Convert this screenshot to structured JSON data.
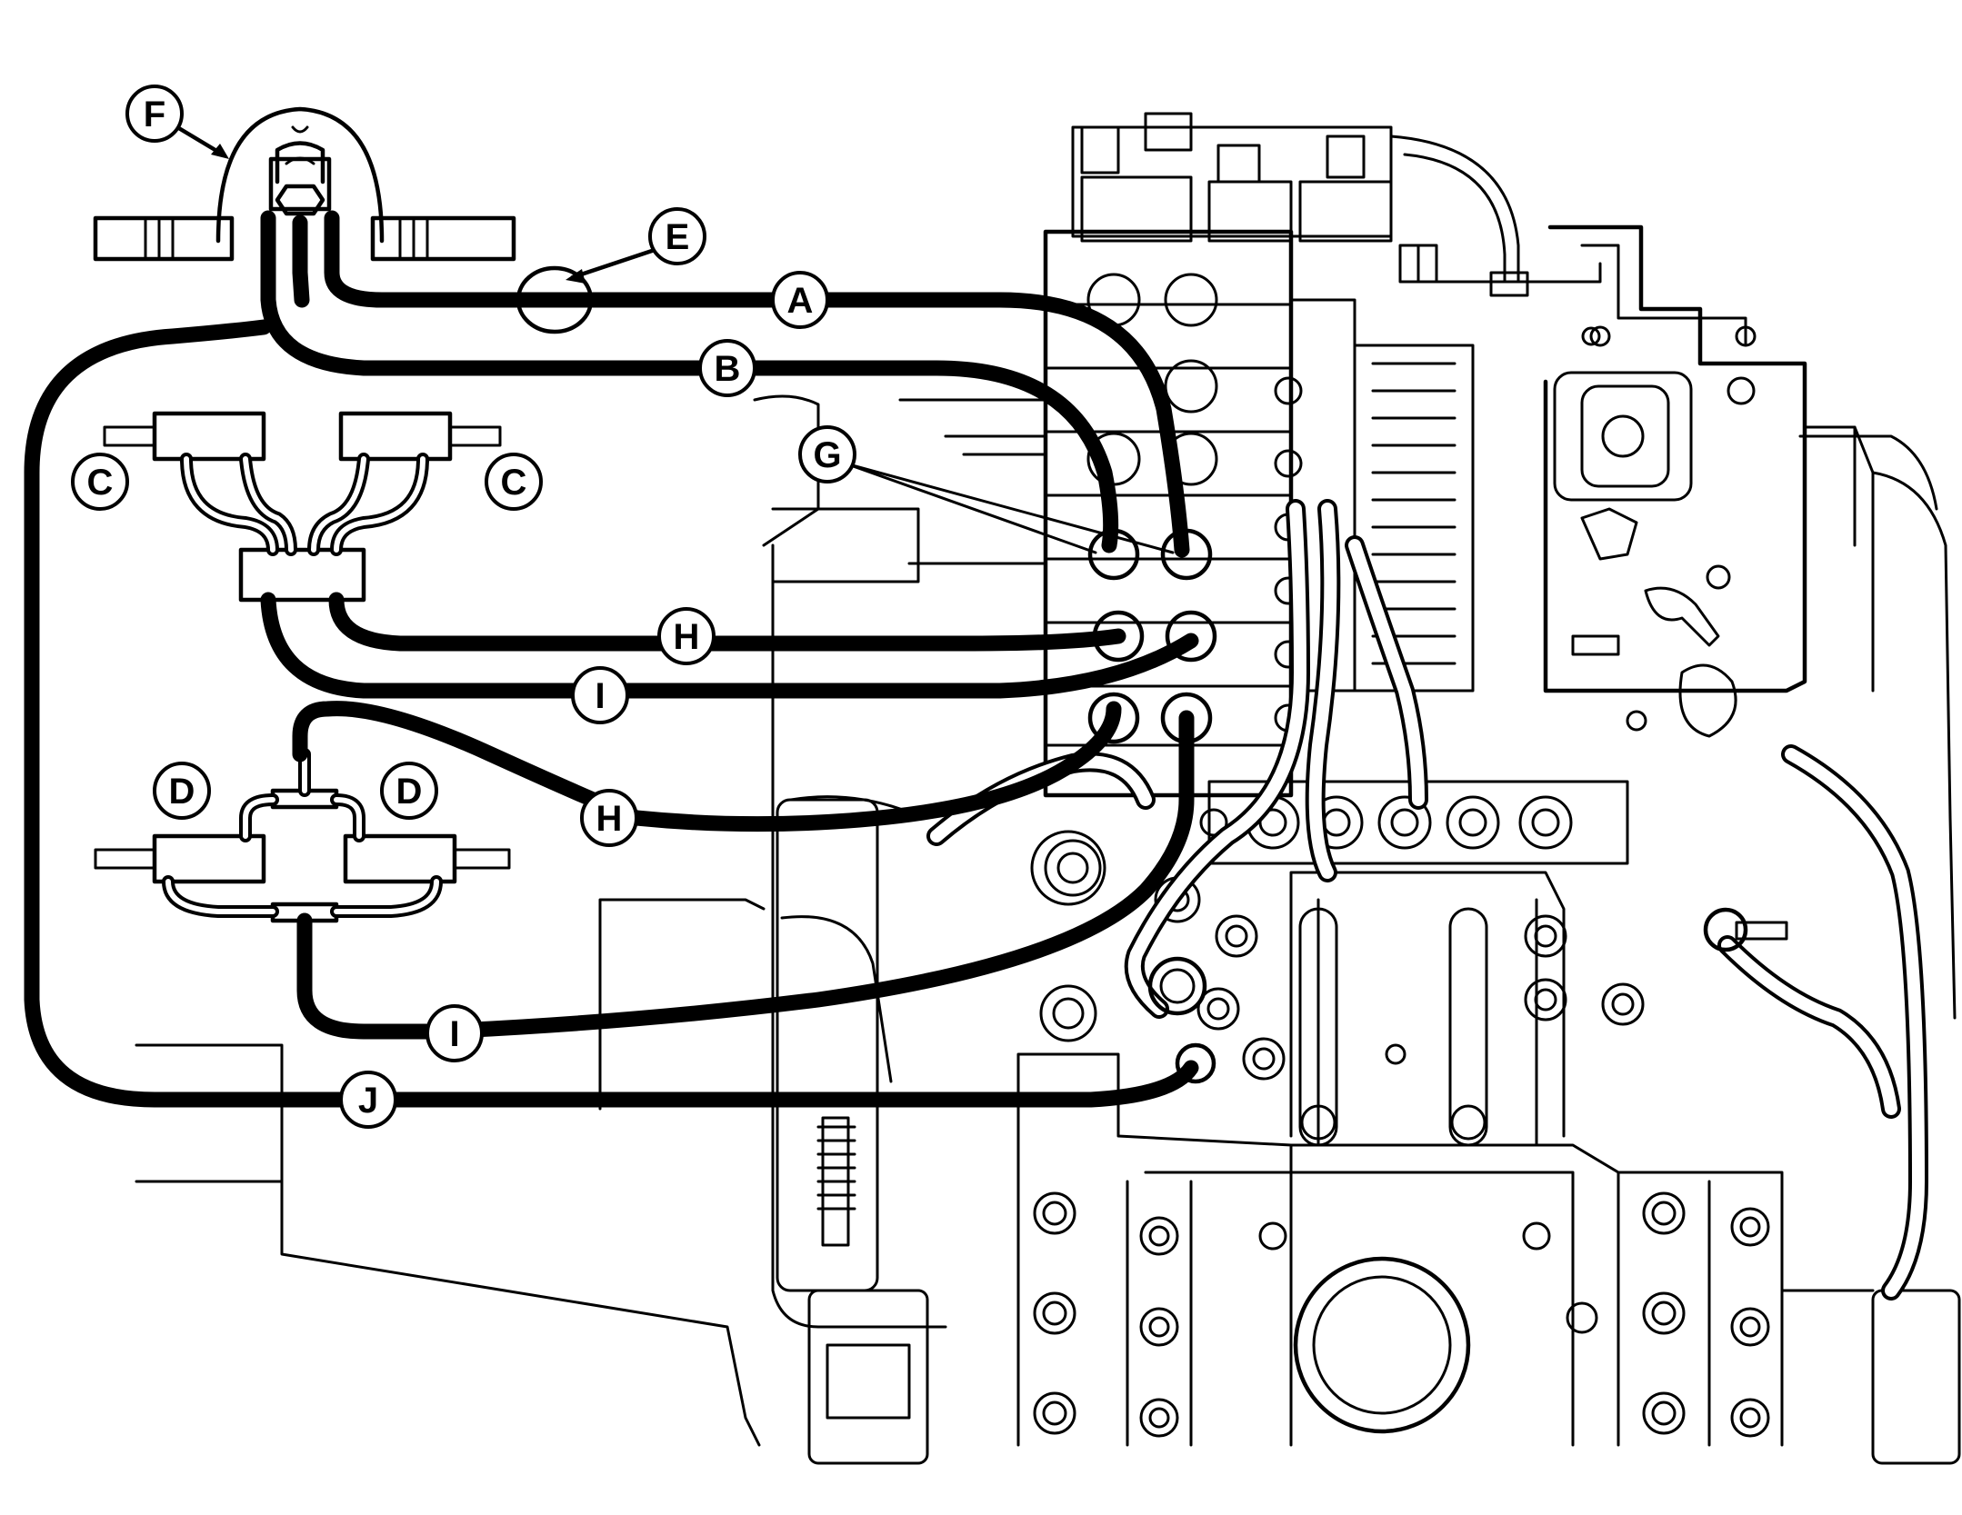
{
  "figure": {
    "background": "#ffffff",
    "line_color": "#000000",
    "callouts": [
      {
        "id": "A",
        "label": "A"
      },
      {
        "id": "B",
        "label": "B"
      },
      {
        "id": "C1",
        "label": "C"
      },
      {
        "id": "C2",
        "label": "C"
      },
      {
        "id": "D1",
        "label": "D"
      },
      {
        "id": "D2",
        "label": "D"
      },
      {
        "id": "E",
        "label": "E"
      },
      {
        "id": "F",
        "label": "F"
      },
      {
        "id": "G",
        "label": "G"
      },
      {
        "id": "H1",
        "label": "H"
      },
      {
        "id": "H2",
        "label": "H"
      },
      {
        "id": "I1",
        "label": "I"
      },
      {
        "id": "I2",
        "label": "I"
      },
      {
        "id": "J",
        "label": "J"
      }
    ]
  }
}
